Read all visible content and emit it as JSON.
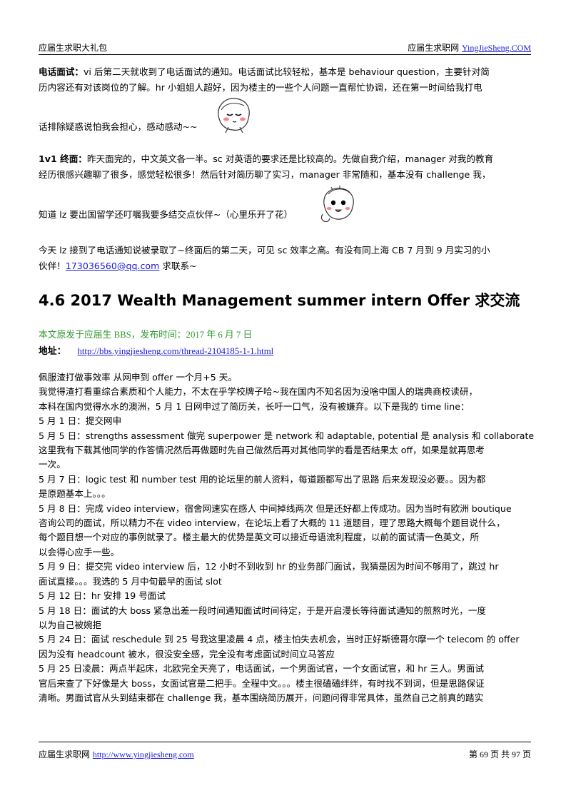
{
  "header": {
    "left": "应届生求职大礼包",
    "right_prefix": "应届生求职网",
    "right_link": "YingJieSheng.COM"
  },
  "section1": {
    "phone_label": "电话面试：",
    "phone_line1": "vi 后第二天就收到了电话面试的通知。电话面试比较轻松，基本是 behaviour question，主要针对简",
    "phone_line2": "历内容还有对该岗位的了解。hr 小姐姐人超好，因为楼主的一些个人问题一直帮忙协调，还在第一时间给我打电",
    "phone_line3": "话排除疑惑说怕我会担心，感动感动~~",
    "final_label": "1v1 终面：",
    "final_line1": "昨天面完的，中文英文各一半。sc 对英语的要求还是比较高的。先做自我介绍，manager 对我的教育",
    "final_line2": "经历很感兴趣聊了很多，感觉轻松很多！然后针对简历聊了实习，manager 非常随和，基本没有 challenge 我，",
    "final_line3": "知道 lz 要出国留学还叮嘱我要多结交点伙伴~（心里乐开了花）",
    "result_line1": "今天 lz 接到了电话通知说被录取了~终面后的第二天，可见 sc 效率之高。有没有同上海 CB 7 月到 9 月实习的小",
    "result_line2_prefix": "伙伴！",
    "result_email": "173036560@qq.com",
    "result_line2_suffix": " 求联系~"
  },
  "section2": {
    "heading": "4.6 2017 Wealth Management summer intern Offer  求交流",
    "source": "本文原发于应届生 BBS，发布时间：2017 年 6 月 7 日",
    "address_label": "地址：",
    "address_url": "http://bbs.yingjiesheng.com/thread-2104185-1-1.html",
    "lines": [
      "佩服渣打做事效率 从网申到 offer 一个月+5 天。",
      "我觉得渣打看重综合素质和个人能力，不太在乎学校牌子哈~我在国内不知名因为没啥中国人的瑞典商校读研，",
      "本科在国内觉得水水的澳洲，5 月 1 日网申过了简历关，长吁一口气，没有被嫌弃。以下是我的 time line：",
      "5 月 1 日：提交网申",
      "5 月 5 日：strengths assessment  做完  superpower 是 network 和 adaptable, potential 是 analysis 和 collaborate。",
      "这里我有下载其他同学的作答情况然后再做题时先自己做然后再对其他同学的看是否结果太 off，如果是就再思考",
      "一次。",
      "5 月 7 日：logic test 和 number test 用的论坛里的前人资料，每道题都写出了思路 后来发现没必要。。因为都",
      "是原题基本上。。。",
      "5 月 8 日：完成 video interview，宿舍网速实在感人 中间掉线两次 但是还好都上传成功。因为当时有欧洲 boutique",
      "咨询公司的面试，所以精力不在 video interview，在论坛上看了大概的 11 道题目，理了思路大概每个题目说什么，",
      "每个题目想一个对应的事例就录了。楼主最大的优势是英文可以接近母语流利程度，以前的面试清一色英文，所",
      "以会得心应手一些。",
      "5 月 9 日：提交完 video interview 后，12 小时不到收到 hr 的业务部门面试，我猜是因为时间不够用了，跳过 hr",
      "面试直接。。。我选的 5 月中旬最早的面试 slot",
      "5 月 12 日：hr 安排 19 号面试",
      "5 月 18 日：面试的大 boss 紧急出差一段时间通知面试时间待定，于是开启漫长等待面试通知的煎熬时光，一度",
      "以为自己被婉拒",
      "5 月 24 日：面试 reschedule 到 25 号我这里凌晨 4 点，楼主怕失去机会，当时正好斯德哥尔摩一个 telecom 的 offer",
      "因为没有 headcount 被水，很没安全感，完全没有考虑面试时间立马答应",
      "5 月 25 日凌晨：两点半起床，北欧完全天亮了，电话面试，一个男面试官，一个女面试官，和 hr 三人。男面试",
      "官后来查了下好像是大 boss，女面试官是二把手。全程中文。。。楼主很磕磕绊绊，有时找不到词，但是思路保证",
      "清晰。男面试官从头到结束都在 challenge 我，基本围绕简历展开，问题问得非常具体，虽然自己之前真的踏实"
    ]
  },
  "footer": {
    "left_prefix": "应届生求职网 ",
    "left_link": "http://www.yingjiesheng.com",
    "right": "第 69 页 共 97 页"
  }
}
